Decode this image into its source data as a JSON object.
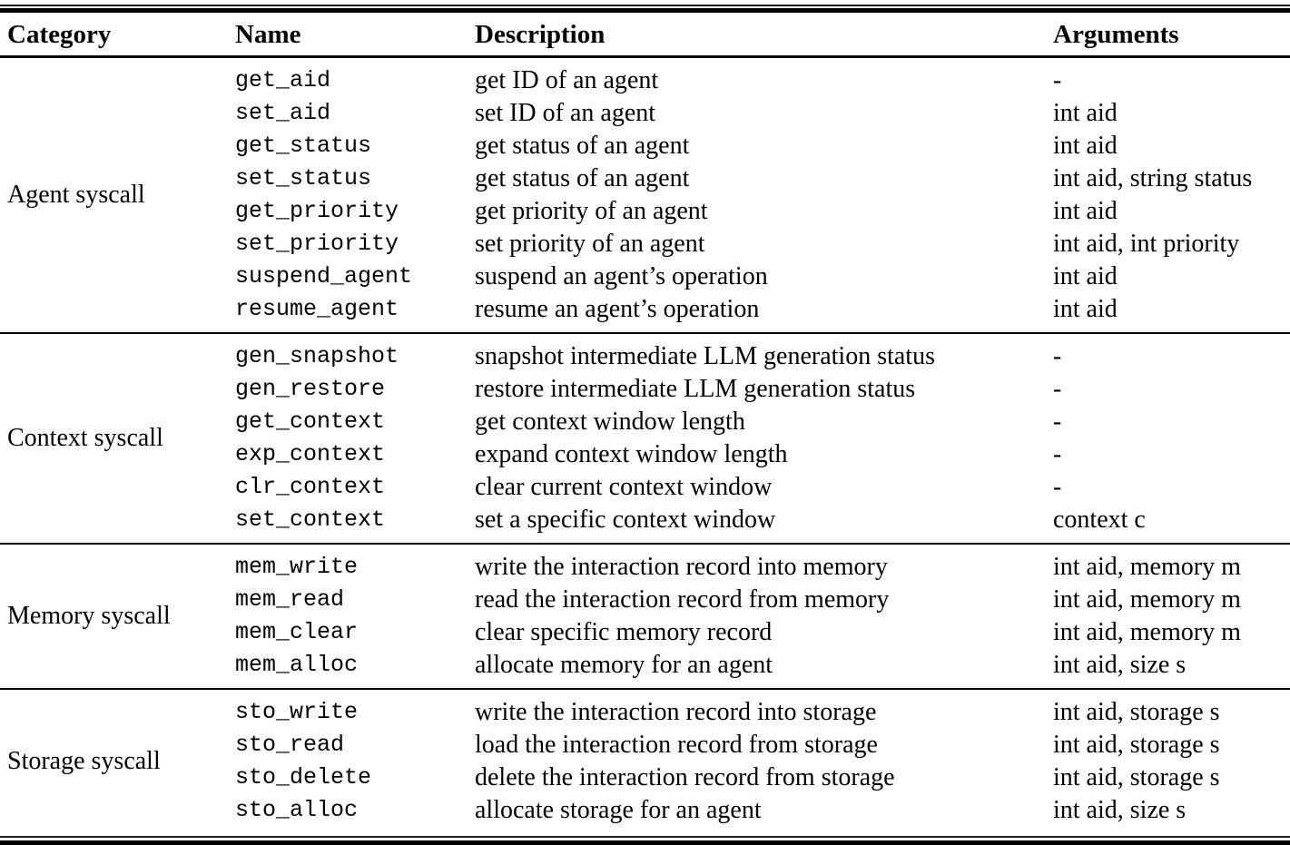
{
  "colors": {
    "text": "#000000",
    "background": "#ffffff",
    "rule": "#000000"
  },
  "table": {
    "headers": {
      "category": "Category",
      "name": "Name",
      "description": "Description",
      "arguments": "Arguments"
    },
    "sections": [
      {
        "category": "Agent syscall",
        "rows": [
          {
            "name": "get_aid",
            "description": "get ID of an agent",
            "arguments": "-"
          },
          {
            "name": "set_aid",
            "description": "set ID of an agent",
            "arguments": "int aid"
          },
          {
            "name": "get_status",
            "description": "get status of an agent",
            "arguments": "int aid"
          },
          {
            "name": "set_status",
            "description": "get status of an agent",
            "arguments": "int aid, string status"
          },
          {
            "name": "get_priority",
            "description": "get priority of an agent",
            "arguments": "int aid"
          },
          {
            "name": "set_priority",
            "description": "set priority of an agent",
            "arguments": "int aid, int priority"
          },
          {
            "name": "suspend_agent",
            "description": "suspend an agent’s operation",
            "arguments": "int aid"
          },
          {
            "name": "resume_agent",
            "description": "resume an agent’s operation",
            "arguments": "int aid"
          }
        ]
      },
      {
        "category": "Context syscall",
        "rows": [
          {
            "name": "gen_snapshot",
            "description": "snapshot intermediate LLM generation status",
            "arguments": "-"
          },
          {
            "name": "gen_restore",
            "description": "restore intermediate LLM generation status",
            "arguments": "-"
          },
          {
            "name": "get_context",
            "description": "get context window length",
            "arguments": "-"
          },
          {
            "name": "exp_context",
            "description": "expand context window length",
            "arguments": "-"
          },
          {
            "name": "clr_context",
            "description": "clear current context window",
            "arguments": "-"
          },
          {
            "name": "set_context",
            "description": "set a specific context window",
            "arguments": "context c"
          }
        ]
      },
      {
        "category": "Memory syscall",
        "rows": [
          {
            "name": "mem_write",
            "description": "write the interaction record into memory",
            "arguments": "int aid, memory m"
          },
          {
            "name": "mem_read",
            "description": "read the interaction record from memory",
            "arguments": "int aid, memory m"
          },
          {
            "name": "mem_clear",
            "description": "clear specific memory record",
            "arguments": "int aid, memory m"
          },
          {
            "name": "mem_alloc",
            "description": "allocate memory for an agent",
            "arguments": "int aid, size s"
          }
        ]
      },
      {
        "category": "Storage syscall",
        "rows": [
          {
            "name": "sto_write",
            "description": "write the interaction record into storage",
            "arguments": "int aid, storage s"
          },
          {
            "name": "sto_read",
            "description": "load the interaction record from storage",
            "arguments": "int aid, storage s"
          },
          {
            "name": "sto_delete",
            "description": "delete the interaction record from storage",
            "arguments": "int aid, storage s"
          },
          {
            "name": "sto_alloc",
            "description": "allocate storage for an agent",
            "arguments": "int aid, size s"
          }
        ]
      }
    ]
  }
}
